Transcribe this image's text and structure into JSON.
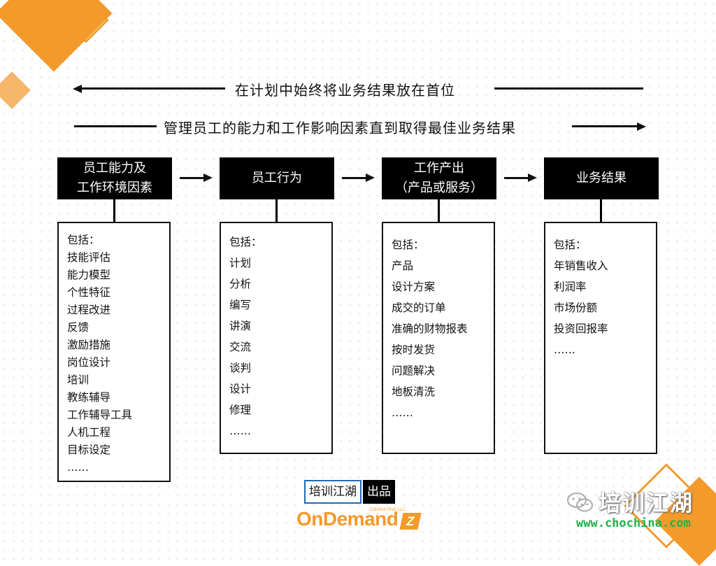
{
  "banner": {
    "top_text": "在计划中始终将业务结果放在首位",
    "bottom_text": "管理员工的能力和工作影响因素直到取得最佳业务结果"
  },
  "stages": [
    {
      "title_line1": "员工能力及",
      "title_line2": "工作环境因素",
      "items": [
        "包括：",
        "技能评估",
        "能力模型",
        "个性特征",
        "过程改进",
        "反馈",
        "激励措施",
        "岗位设计",
        "培训",
        "教练辅导",
        "工作辅导工具",
        "人机工程",
        "目标设定",
        "……"
      ]
    },
    {
      "title_line1": "员工行为",
      "title_line2": "",
      "items": [
        "包括：",
        "计划",
        "分析",
        "编写",
        "讲演",
        "交流",
        "谈判",
        "设计",
        "修理",
        "……"
      ]
    },
    {
      "title_line1": "工作产出",
      "title_line2": "（产品或服务）",
      "items": [
        "包括：",
        "产品",
        "设计方案",
        "成交的订单",
        "准确的财物报表",
        "按时发货",
        "问题解决",
        "地板清洗",
        "……"
      ]
    },
    {
      "title_line1": "业务结果",
      "title_line2": "",
      "items": [
        "包括：",
        "年销售收入",
        "利润率",
        "市场份额",
        "投资回报率",
        "……"
      ]
    }
  ],
  "footer": {
    "tag_left": "培训江湖",
    "tag_right": "出品",
    "logo": "OnDemand",
    "logo_sub": "CONSULTING LLC",
    "logo_mark": "Z"
  },
  "watermark": {
    "icon": "wechat-icon",
    "text": "培训江湖",
    "url": "www.chochina.com"
  },
  "colors": {
    "accent_orange": "#f39a2b",
    "box_black": "#000000",
    "footer_blue": "#1e6db7",
    "url_green": "#22b14c"
  }
}
